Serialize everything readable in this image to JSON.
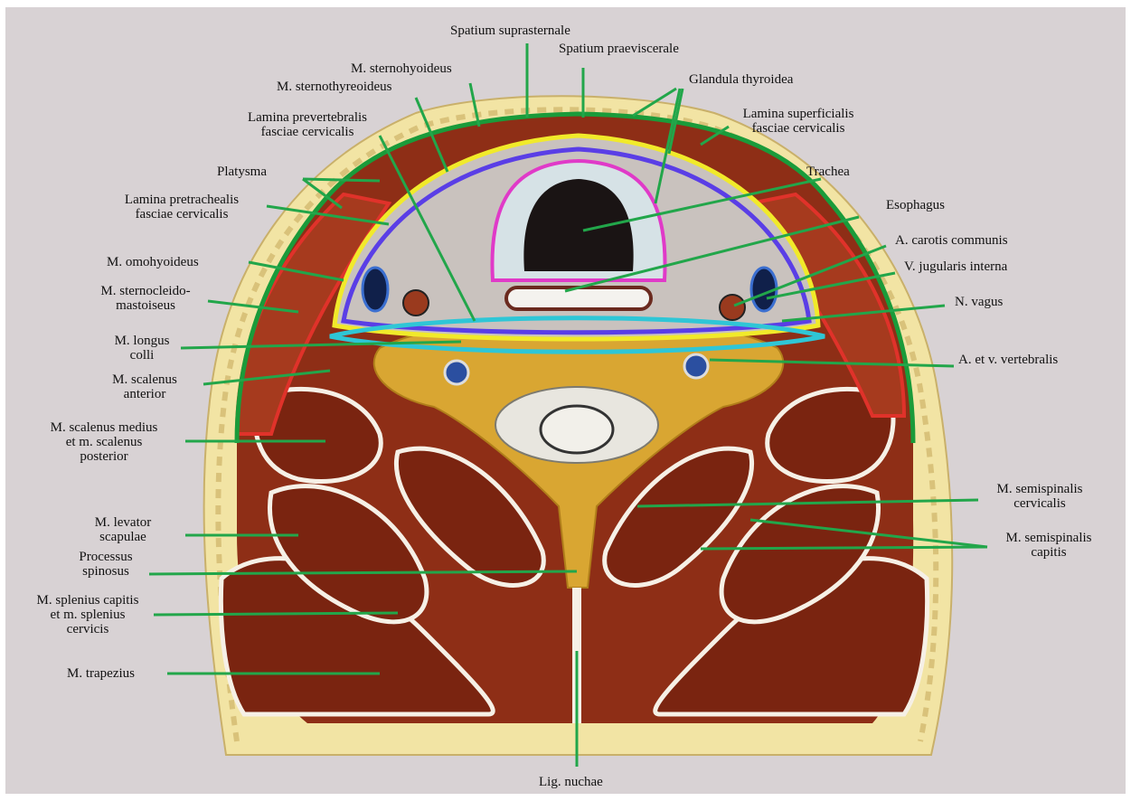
{
  "labels": {
    "spatium_suprasternale": "Spatium suprasternale",
    "spatium_praeviscerale": "Spatium praeviscerale",
    "m_sternohyoideus": "M. sternohyoideus",
    "m_sternothyreoideus": "M. sternothyreoideus",
    "glandula_thyroidea": "Glandula thyroidea",
    "lamina_prevertebralis_1": "Lamina prevertebralis",
    "lamina_prevertebralis_2": "fasciae cervicalis",
    "lamina_superficialis_1": "Lamina superficialis",
    "lamina_superficialis_2": "fasciae cervicalis",
    "platysma": "Platysma",
    "trachea": "Trachea",
    "lamina_pretrachealis_1": "Lamina pretrachealis",
    "lamina_pretrachealis_2": "fasciae cervicalis",
    "esophagus": "Esophagus",
    "a_carotis_communis": "A. carotis communis",
    "m_omohyoideus": "M. omohyoideus",
    "v_jugularis_interna": "V. jugularis interna",
    "m_sternocleidomastoideus_1": "M. sternocleido-",
    "m_sternocleidomastoideus_2": "mastoiseus",
    "n_vagus": "N. vagus",
    "m_longus_colli_1": "M. longus",
    "m_longus_colli_2": "colli",
    "a_et_v_vertebralis": "A. et v. vertebralis",
    "m_scalenus_anterior_1": "M. scalenus",
    "m_scalenus_anterior_2": "anterior",
    "m_scalenus_medius_1": "M. scalenus medius",
    "m_scalenus_medius_2": "et m. scalenus",
    "m_scalenus_medius_3": "posterior",
    "m_semispinalis_cervicalis_1": "M. semispinalis",
    "m_semispinalis_cervicalis_2": "cervicalis",
    "m_levator_scapulae_1": "M. levator",
    "m_levator_scapulae_2": "scapulae",
    "m_semispinalis_capitis_1": "M. semispinalis",
    "m_semispinalis_capitis_2": "capitis",
    "processus_spinosus_1": "Processus",
    "processus_spinosus_2": "spinosus",
    "m_splenius_1": "M. splenius capitis",
    "m_splenius_2": "et m. splenius",
    "m_splenius_3": "cervicis",
    "m_trapezius": "M. trapezius",
    "lig_nuchae": "Lig. nuchae"
  },
  "colors": {
    "background": "#d8d2d4",
    "skin": "#f2e4a4",
    "fat_line": "#d9c27a",
    "muscle": "#8e2e16",
    "muscle_dark": "#6e1f0d",
    "bone": "#d9a632",
    "leader": "#22a64a",
    "fascia_superficial": "#1a9b3a",
    "fascia_pretracheal": "#f1ea2a",
    "fascia_visceral": "#5a3ee6",
    "fascia_prevertebral": "#2fc6d6",
    "trachea_ring": "#e03ac8",
    "sternocleidomastoid_outline": "#e0322a"
  }
}
